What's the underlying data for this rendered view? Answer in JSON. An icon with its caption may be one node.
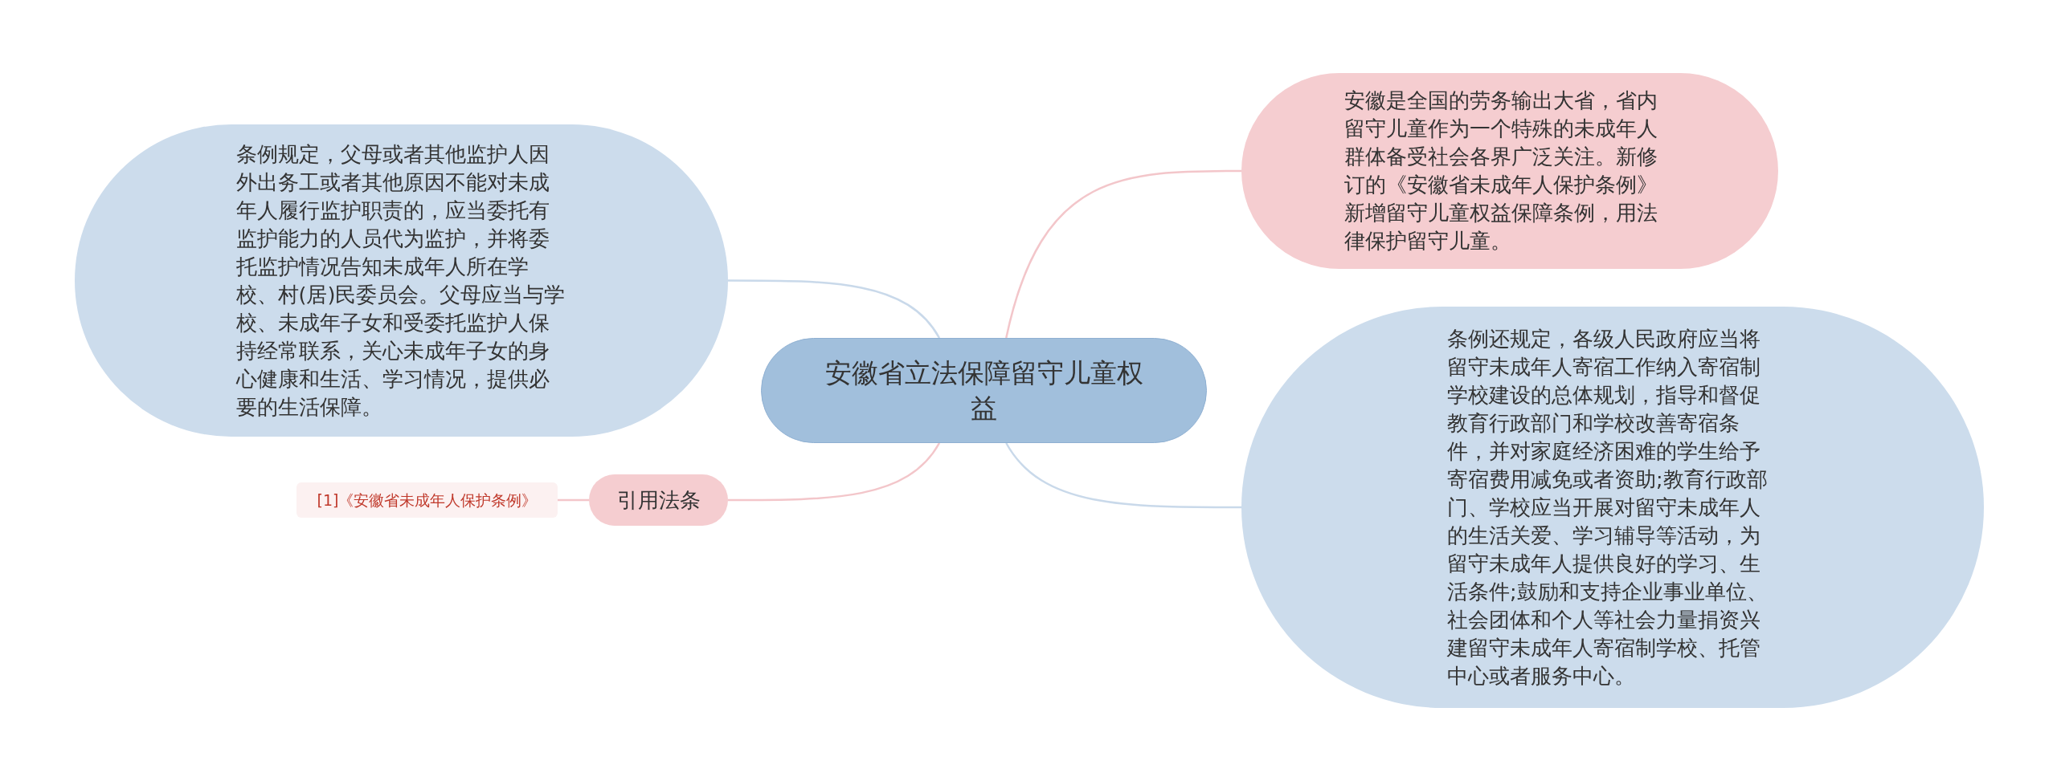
{
  "diagram": {
    "nodes": [
      {
        "text": [
          "安徽省立法保障留守儿童权益"
        ]
      },
      {
        "text": [
          "条例规定，父母或者其他监护人因外出务工或者其他原因不能对未成年人履行监护职责的，应当委托有监护能力的人员代为监护，并将委托监护情况告知未成年人所在学校、村(居)民委员会。父母应当与学校、未成年子女和受委托监护人保持经常联系，关心未成年子女的身心健康和生活、学习情况，提供必要的生活保障。"
        ]
      },
      {
        "text": [
          "安徽是全国的劳务输出大省，省内留守儿童作为一个特殊的未成年人群体备受社会各界广泛关注。新修订的《安徽省未成年人保护条例》新增留守儿童权益保障条例，用法律保护留守儿童。"
        ]
      },
      {
        "text": [
          "条例还规定，各级人民政府应当将留守未成年人寄宿工作纳入寄宿制学校建设的总体规划，指导和督促教育行政部门和学校改善寄宿条件，并对家庭经济困难的学生给予寄宿费用减免或者资助;教育行政部门、学校应当开展对留守未成年人的生活关爱、学习辅导等活动，为留守未成年人提供良好的学习、生活条件;鼓励和支持企业事业单位、社会团体和个人等社会力量捐资兴建留守未成年人寄宿制学校、托管中心或者服务中心。"
        ]
      },
      {
        "text": [
          "引用法条"
        ]
      },
      {
        "text": [
          "[1]《安徽省未成年人保护条例》"
        ]
      }
    ],
    "edges": [
      {
        "from": 0,
        "to": 1,
        "arrow": "none",
        "color": "#c9d9ea"
      },
      {
        "from": 0,
        "to": 2,
        "arrow": "none",
        "color": "#f3c6ca"
      },
      {
        "from": 0,
        "to": 3,
        "arrow": "none",
        "color": "#c9d9ea"
      },
      {
        "from": 0,
        "to": 4,
        "arrow": "none",
        "color": "#f3c6ca"
      },
      {
        "from": 4,
        "to": 5,
        "arrow": "none",
        "color": "#f3c6ca"
      }
    ]
  }
}
